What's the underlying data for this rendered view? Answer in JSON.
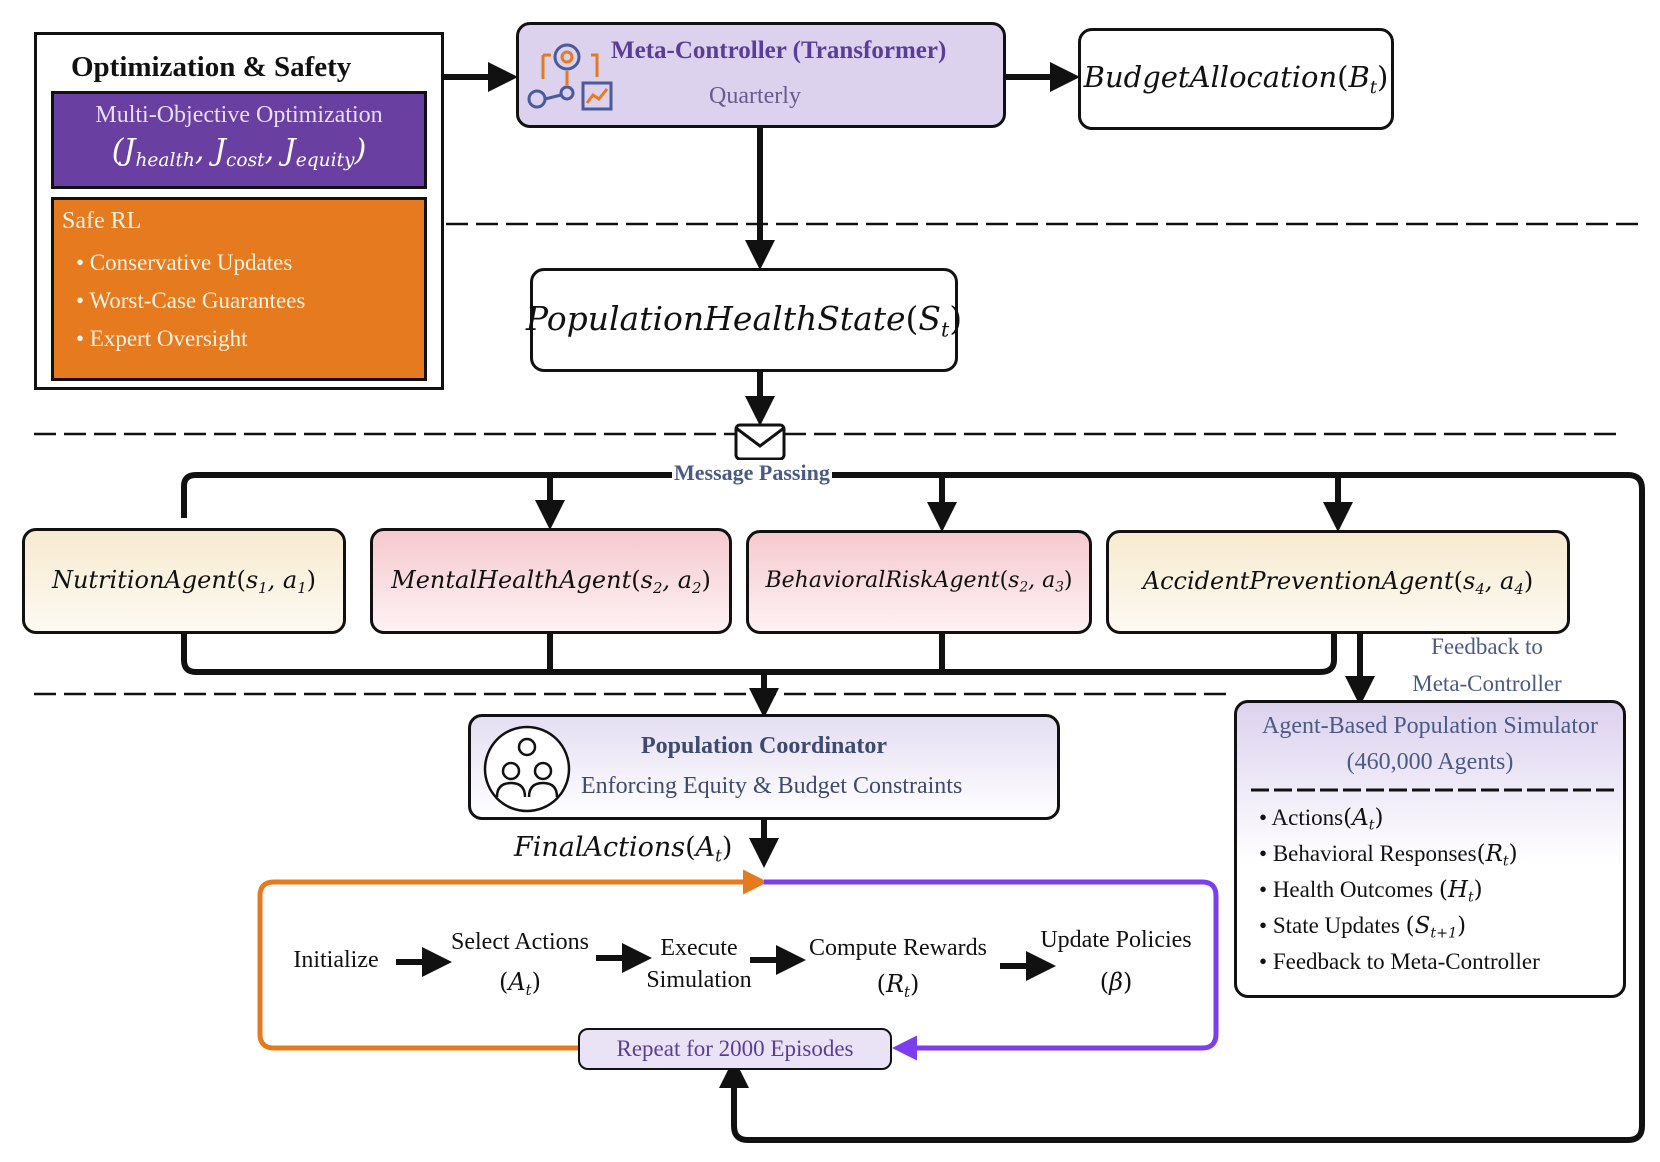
{
  "optimization": {
    "title": "Optimization & Safety",
    "moo_label": "Multi-Objective Optimization",
    "moo_terms": [
      "health",
      "cost",
      "equity"
    ],
    "safe_title": "Safe RL",
    "safe_items": [
      "• Conservative Updates",
      "• Worst-Case Guarantees",
      "• Expert Oversight"
    ]
  },
  "meta_controller": {
    "title": "Meta-Controller (Transformer)",
    "subtitle": "Quarterly"
  },
  "budget": {
    "name": "BudgetAllocation",
    "symbol": "B",
    "sub": "t"
  },
  "state": {
    "name": "PopulationHealthState",
    "symbol": "S",
    "sub": "t"
  },
  "message_label": "Message Passing",
  "agents": [
    {
      "name": "NutritionAgent",
      "args": [
        [
          "s",
          "1"
        ],
        [
          "a",
          "1"
        ]
      ]
    },
    {
      "name": "MentalHealthAgent",
      "args": [
        [
          "s",
          "2"
        ],
        [
          "a",
          "2"
        ]
      ]
    },
    {
      "name": "BehavioralRiskAgent",
      "args": [
        [
          "s",
          "2"
        ],
        [
          "a",
          "3"
        ]
      ]
    },
    {
      "name": "AccidentPreventionAgent",
      "args": [
        [
          "s",
          "4"
        ],
        [
          "a",
          "4"
        ]
      ]
    }
  ],
  "feedback_label": [
    "Feedback to",
    "Meta-Controller"
  ],
  "coordinator": {
    "title": "Population Coordinator",
    "subtitle": "Enforcing Equity & Budget Constraints"
  },
  "simulator": {
    "title": "Agent-Based Population Simulator",
    "subtitle": "(460,000 Agents)",
    "items": [
      {
        "label": "Actions",
        "symbol": "A",
        "sub": "t"
      },
      {
        "label": "Behavioral Responses",
        "symbol": "R",
        "sub": "t"
      },
      {
        "label": "Health Outcomes ",
        "symbol": "H",
        "sub": "t"
      },
      {
        "label": "State Updates ",
        "symbol": "S",
        "sub": "t+1"
      },
      {
        "label": "Feedback to Meta-Controller",
        "symbol": "",
        "sub": ""
      }
    ]
  },
  "final_actions": {
    "name": "FinalActions",
    "symbol": "A",
    "sub": "t"
  },
  "loop": {
    "steps": [
      {
        "label": "Initialize",
        "math": ""
      },
      {
        "label": "Select Actions",
        "math": "A",
        "sub": "t"
      },
      {
        "label": "Execute\nSimulation",
        "math": ""
      },
      {
        "label": "Compute Rewards",
        "math": "R",
        "sub": "t"
      },
      {
        "label": "Update Policies",
        "math": "β",
        "sub": ""
      }
    ],
    "repeat_label": "Repeat for 2000 Episodes"
  },
  "colors": {
    "purple": "#6a3fa2",
    "orange": "#e67a1f",
    "loop_purple": "#7a3df0",
    "loop_orange": "#e67a1f",
    "meta_bg": "#dcd2ee"
  }
}
